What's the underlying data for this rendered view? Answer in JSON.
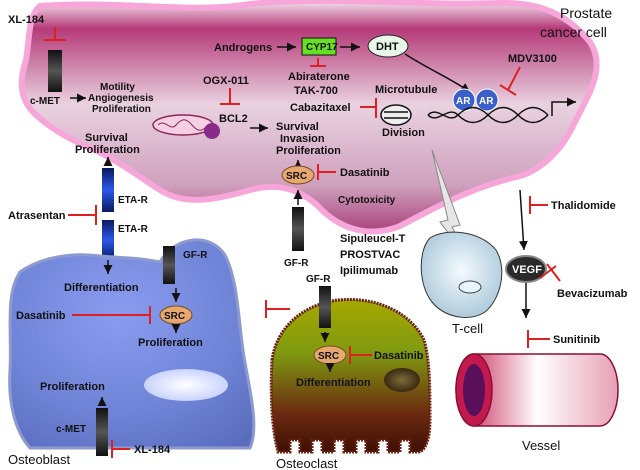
{
  "cells": {
    "prostate": "Prostate\ncancer cell",
    "osteoblast": "Osteoblast",
    "osteoclast": "Osteoclast",
    "tcell": "T-cell",
    "vessel": "Vessel"
  },
  "drugs": {
    "xl184_top": "XL-184",
    "xl184_bottom": "XL-184",
    "ogx011": "OGX-011",
    "abiraterone": "Abiraterone",
    "tak700": "TAK-700",
    "cabazitaxel": "Cabazitaxel",
    "mdv3100": "MDV3100",
    "dasatinib_src": "Dasatinib",
    "dasatinib_osteoblast": "Dasatinib",
    "dasatinib_osteoclast": "Dasatinib",
    "atrasentan": "Atrasentan",
    "thalidomide": "Thalidomide",
    "bevacizumab": "Bevacizumab",
    "sunitinib": "Sunitinib",
    "immuno_1": "Sipuleucel-T",
    "immuno_2": "PROSTVAC",
    "immuno_3": "Ipilimumab"
  },
  "molecules": {
    "androgens": "Androgens",
    "cyp17": "CYP17",
    "dht": "DHT",
    "ar1": "AR",
    "ar2": "AR",
    "bcl2": "BCL2",
    "src_main": "SRC",
    "src_osteoblast": "SRC",
    "src_osteoclast": "SRC",
    "vegf": "VEGF",
    "microtubule": "Microtubule",
    "division": "Division"
  },
  "receptors": {
    "cmet_top": "c-MET",
    "cmet_bottom": "c-MET",
    "eta_r1": "ETA-R",
    "eta_r2": "ETA-R",
    "gfr_center": "GF-R",
    "gfr_osteoblast": "GF-R",
    "gfr_osteoclast": "GF-R"
  },
  "processes": {
    "cmet_effects": [
      "Motility",
      "Angiogenesis",
      "Proliferation"
    ],
    "bcl2_effects": [
      "Survival",
      "Invasion",
      "Proliferation"
    ],
    "eta_effects": [
      "Survival",
      "Proliferation"
    ],
    "differentiation_osteoblast": "Differentiation",
    "proliferation_osteoblast_src": "Proliferation",
    "proliferation_osteoblast_cmet": "Proliferation",
    "differentiation_osteoclast": "Differentiation",
    "cytotoxicity": "Cytotoxicity"
  },
  "colors": {
    "inhibitor": "#e02020",
    "cancer_fill": "#b9477f",
    "cancer_border": "#f6a6d8",
    "osteoblast_fill": "#6f84d6",
    "osteoclast_fill": "#7a8a10",
    "cyp17_fill": "#66e022",
    "src_fill": "#e6a870"
  }
}
